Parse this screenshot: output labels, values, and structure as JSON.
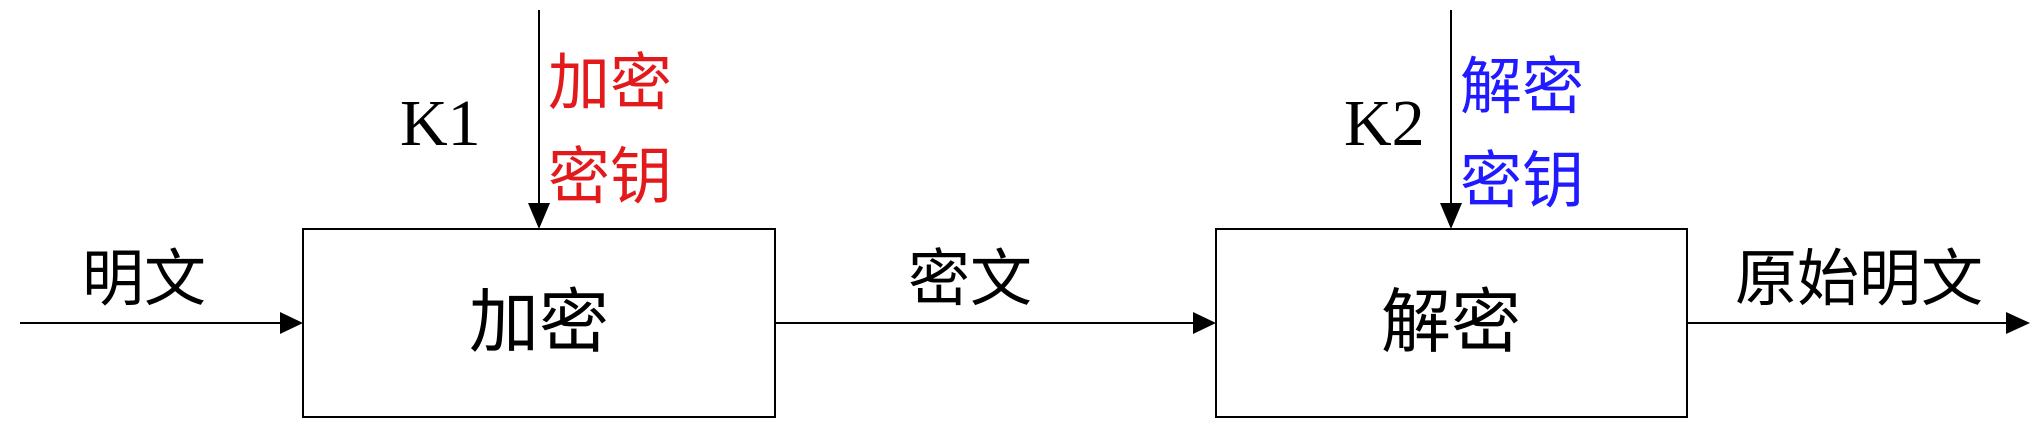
{
  "diagram": {
    "input_label": "明文",
    "encrypt": {
      "box_label": "加密",
      "key_name": "K1",
      "key_desc_line1": "加密",
      "key_desc_line2": "密钥",
      "key_desc_color": "#e31a1c"
    },
    "ciphertext_label": "密文",
    "decrypt": {
      "box_label": "解密",
      "key_name": "K2",
      "key_desc_line1": "解密",
      "key_desc_line2": "密钥",
      "key_desc_color": "#1f1aff"
    },
    "output_label": "原始明文"
  }
}
